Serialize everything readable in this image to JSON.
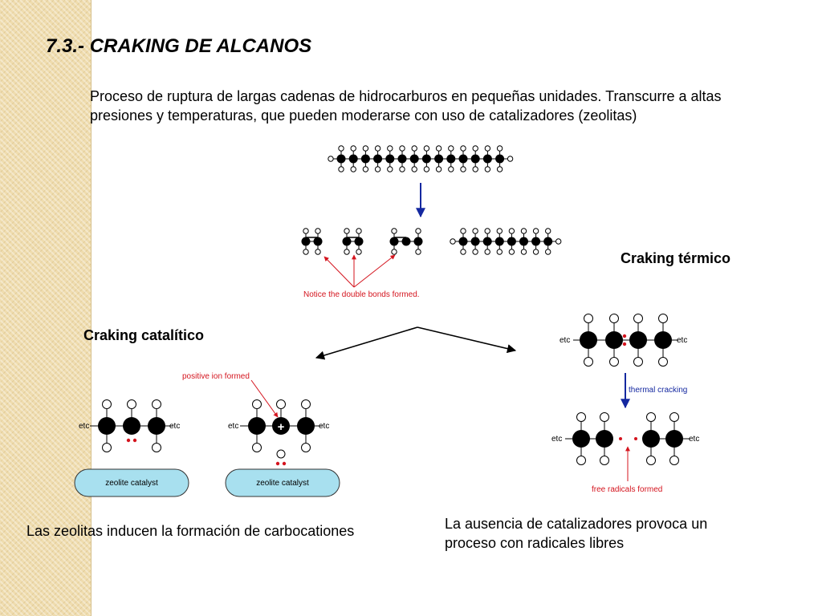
{
  "slide": {
    "title": "7.3.- CRAKING DE ALCANOS",
    "intro": "Proceso de ruptura de largas cadenas de hidrocarburos en pequeñas unidades. Transcurre a altas presiones y temperaturas, que pueden moderarse con uso de catalizadores (zeolitas)"
  },
  "diagram": {
    "double_bonds_note": "Notice the double bonds formed.",
    "thermal_label": "Craking térmico",
    "catalytic_label": "Craking catalítico",
    "positive_ion_note": "positive ion formed",
    "zeolite_label": "zeolite catalyst",
    "etc_label": "etc",
    "plus_sign": "+",
    "thermal_step": "thermal cracking",
    "free_radicals_note": "free radicals formed",
    "catalytic_caption": "Las zeolitas inducen la formación de carbocationes",
    "thermal_caption": "La ausencia de catalizadores provoca un proceso con radicales libres"
  },
  "colors": {
    "arrow_blue": "#1428a0",
    "note_red": "#d4141e",
    "zeolite_fill": "#a8e0ef",
    "band": "#efdcae"
  }
}
